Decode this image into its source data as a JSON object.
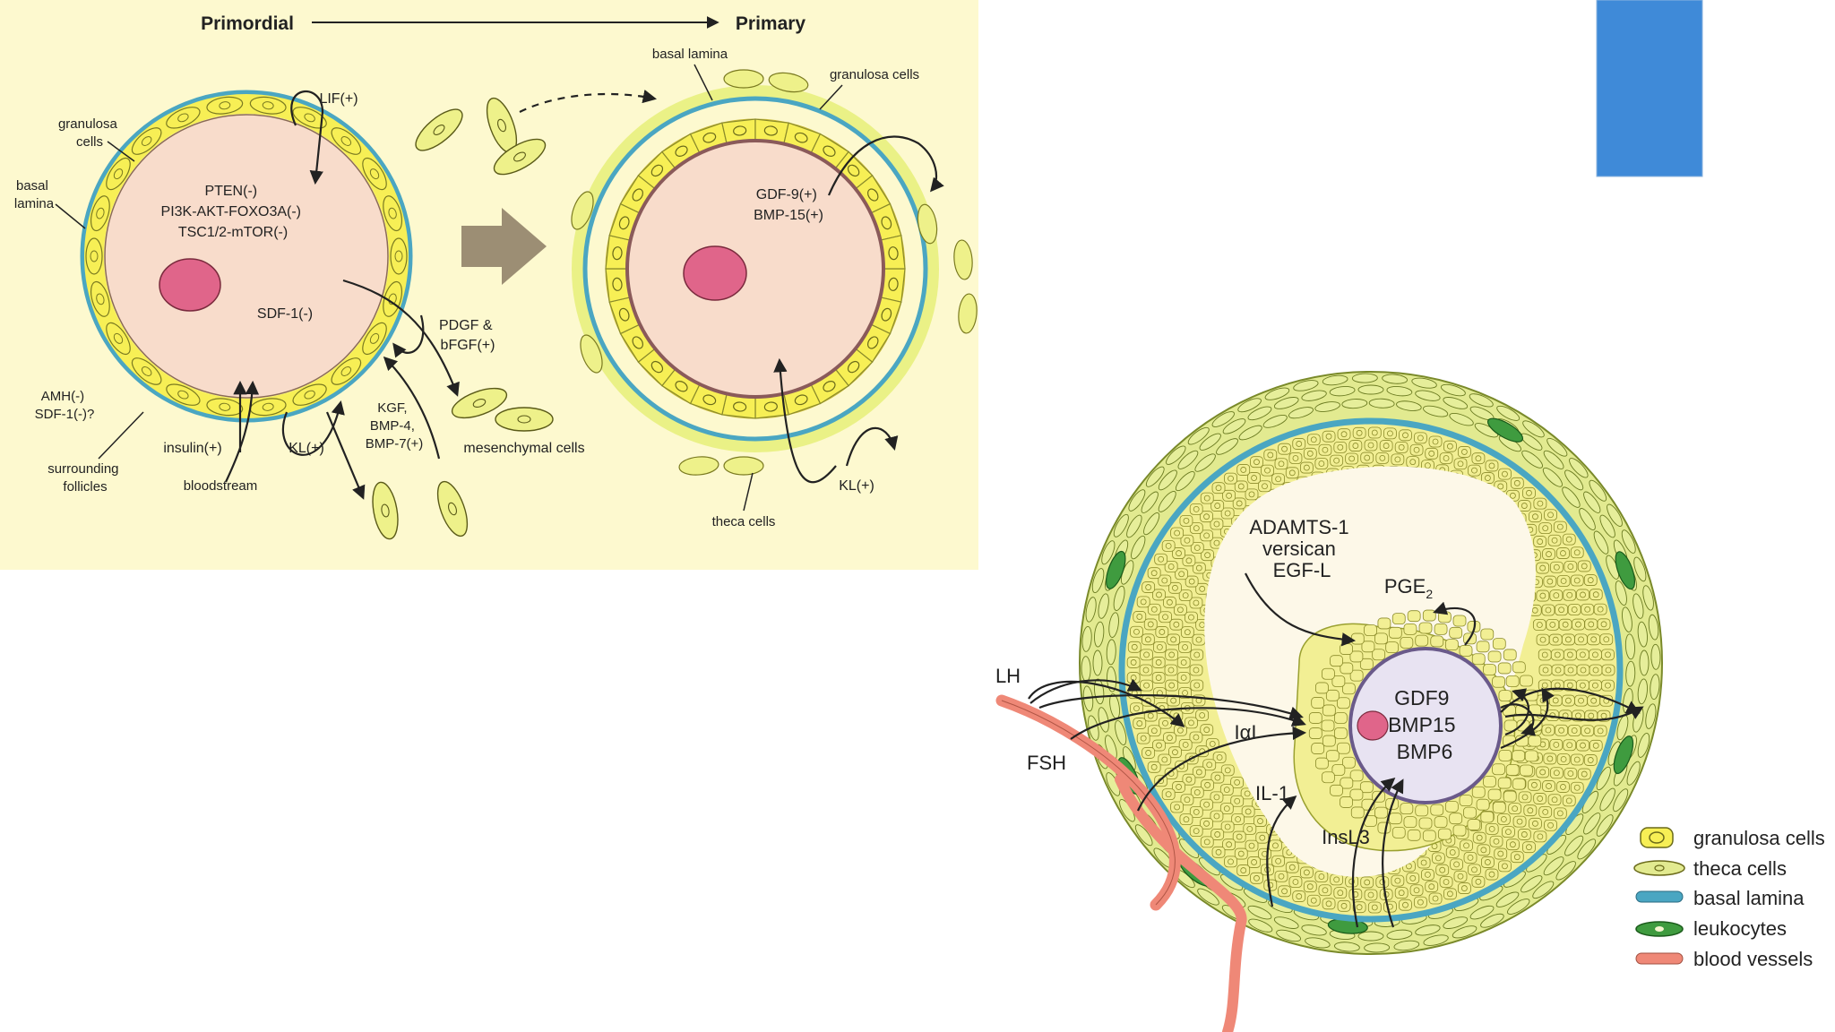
{
  "colors": {
    "panel_bg": "#fdf9cf",
    "oocyte": "#f8dccb",
    "nucleus": "#e0658a",
    "granulosa": "#f7ef55",
    "granulosa_cell": "#eef18a",
    "theca": "#e2ea90",
    "basal_lamina": "#4aa6c2",
    "leukocyte": "#3f9b3f",
    "blood_vessel": "#ef8877",
    "antrum": "#fdf8e8",
    "blue_block": "#3f8ad8",
    "big_arrow": "#9c8e74"
  },
  "left_panel": {
    "title_left": "Primordial",
    "title_right": "Primary",
    "labels": {
      "granulosa_cells": [
        "granulosa",
        "cells"
      ],
      "basal_lamina": [
        "basal",
        "lamina"
      ],
      "lif": "LIF(+)",
      "pten_block": [
        "PTEN(-)",
        "PI3K-AKT-FOXO3A(-)",
        "TSC1/2-mTOR(-)"
      ],
      "sdf1": "SDF-1(-)",
      "pdgf": [
        "PDGF &",
        "bFGF(+)"
      ],
      "amh": [
        "AMH(-)",
        "SDF-1(-)?"
      ],
      "surrounding": [
        "surrounding",
        "follicles"
      ],
      "insulin": "insulin(+)",
      "bloodstream": "bloodstream",
      "kl_left": "KL(+)",
      "kgf": [
        "KGF,",
        "BMP-4,",
        "BMP-7(+)"
      ],
      "mesenchymal": "mesenchymal cells",
      "basal_lamina_top": "basal lamina",
      "granulosa_top": "granulosa cells",
      "gdf_block": [
        "GDF-9(+)",
        "BMP-15(+)"
      ],
      "kl_right": "KL(+)",
      "theca_cells": "theca cells"
    }
  },
  "right_panel": {
    "labels": {
      "adamts": [
        "ADAMTS-1",
        "versican",
        "EGF-L"
      ],
      "pge": "PGE",
      "pge_sub": "2",
      "lh": "LH",
      "fsh": "FSH",
      "iai": "IαI",
      "il1": "IL-1",
      "insl3": "InsL3",
      "oocyte_factors": [
        "GDF9",
        "BMP15",
        "BMP6"
      ]
    },
    "legend": [
      {
        "label": "granulosa cells",
        "swatch": "granulosa"
      },
      {
        "label": "theca cells",
        "swatch": "theca"
      },
      {
        "label": "basal lamina",
        "swatch": "basal_lamina"
      },
      {
        "label": "leukocytes",
        "swatch": "leukocyte"
      },
      {
        "label": "blood vessels",
        "swatch": "blood_vessel"
      }
    ]
  }
}
